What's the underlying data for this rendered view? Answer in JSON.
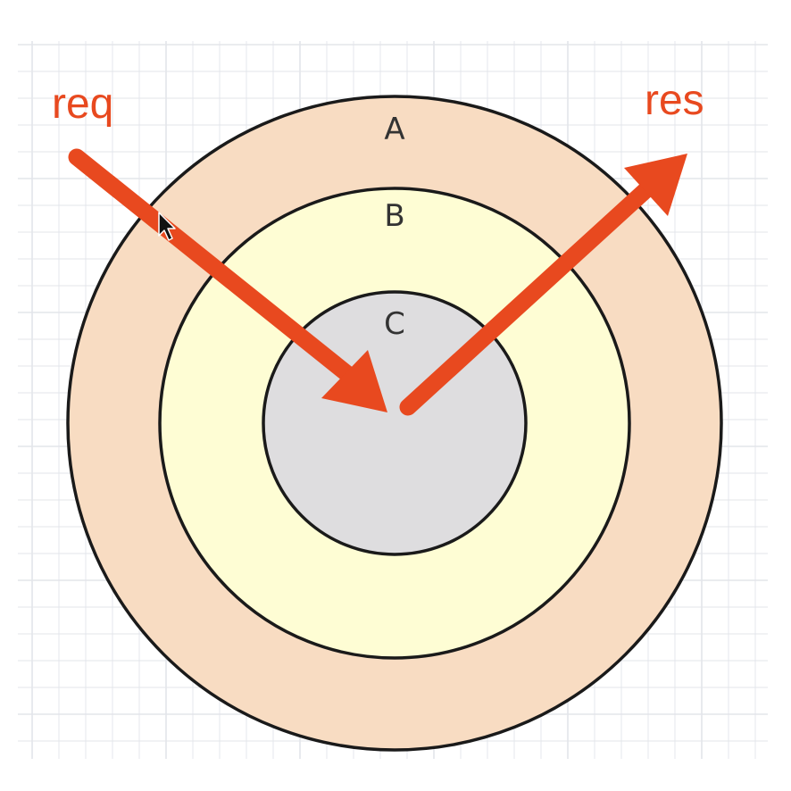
{
  "diagram": {
    "layers": [
      {
        "id": "A",
        "label": "A",
        "fill": "#F8DCC2"
      },
      {
        "id": "B",
        "label": "B",
        "fill": "#FEFDD4"
      },
      {
        "id": "C",
        "label": "C",
        "fill": "#DEDDDF"
      }
    ],
    "arrows": {
      "request": {
        "label": "req"
      },
      "response": {
        "label": "res"
      }
    },
    "colors": {
      "arrow": "#E8491F",
      "outline": "#1A1A1A",
      "grid": "#E3E5EA",
      "background": "#FFFFFF"
    }
  }
}
